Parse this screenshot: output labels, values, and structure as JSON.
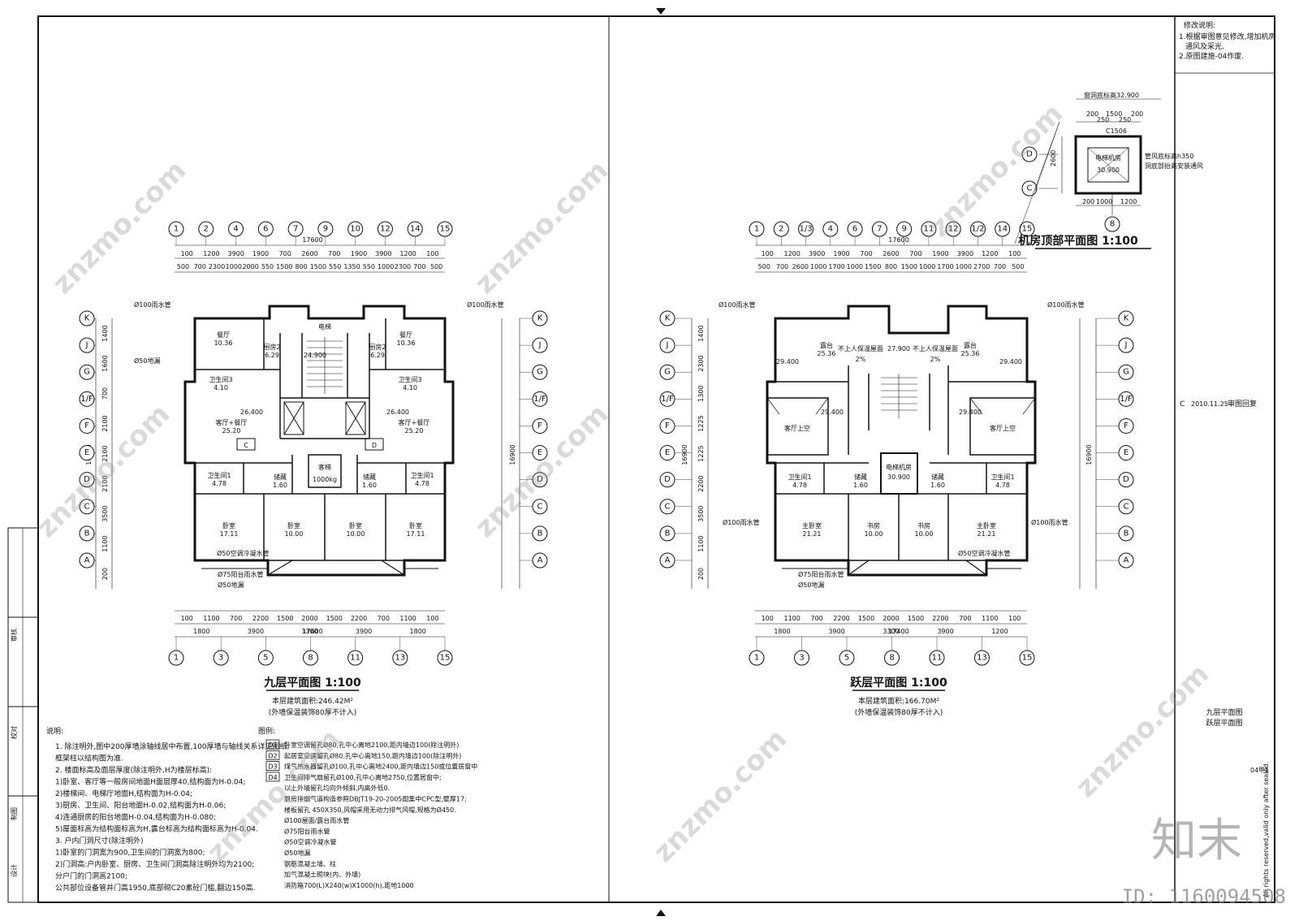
{
  "revision": {
    "heading": "修改说明:",
    "items": [
      "1.根据审图意见修改,增加机房",
      "通风及采光.",
      "2.原图建施-04作废."
    ],
    "entry_letter": "C",
    "entry_date": "2010.11.25",
    "entry_text": "审图回复"
  },
  "sheet": {
    "name_line1": "九层平面图",
    "name_line2": "跃层平面图",
    "number": "04甲1",
    "copyright": "All rights reserved,valid only after sealed."
  },
  "plan_left": {
    "title": "九层平面图 1:100",
    "area": "本层建筑面积:246.42M²",
    "area_note": "(外墙保温装饰80厚不计入)",
    "top_axes": [
      "1",
      "2",
      "4",
      "6",
      "7",
      "9",
      "10",
      "12",
      "14",
      "15"
    ],
    "bottom_axes": [
      "1",
      "3",
      "5",
      "8",
      "11",
      "13",
      "15"
    ],
    "left_axes": [
      "K",
      "J",
      "G",
      "1/F",
      "F",
      "E",
      "D",
      "C",
      "B",
      "A"
    ],
    "overall_top": "17600",
    "overall_bottom": "17600",
    "overall_side": "16900",
    "dims_top_row1": [
      "100",
      "1200",
      "3900",
      "1900",
      "700",
      "2600",
      "700",
      "1900",
      "3900",
      "1200",
      "100"
    ],
    "dims_top_row2": [
      "500",
      "700",
      "2300",
      "1000",
      "2000",
      "550",
      "1500",
      "800",
      "1500",
      "550",
      "1350",
      "550",
      "1000",
      "2300",
      "700",
      "500"
    ],
    "dims_bottom_row1": [
      "100",
      "1100",
      "700",
      "2200",
      "1500",
      "2000",
      "1500",
      "2200",
      "700",
      "1100",
      "100"
    ],
    "dims_bottom_row2": [
      "1800",
      "3900",
      "3300",
      "3900",
      "1800"
    ],
    "side_dims": [
      "1400",
      "1600",
      "700",
      "2100",
      "2100",
      "2100",
      "3500",
      "1100",
      "200"
    ],
    "rooms": [
      {
        "name": "餐厅",
        "area": "10.36"
      },
      {
        "name": "餐厅",
        "area": "10.36"
      },
      {
        "name": "厨房2",
        "area": "6.29"
      },
      {
        "name": "厨房2",
        "area": "6.29"
      },
      {
        "name": "卫生间3",
        "area": "4.10"
      },
      {
        "name": "卫生间3",
        "area": "4.10"
      },
      {
        "name": "客厅+餐厅",
        "area": "25.20"
      },
      {
        "name": "客厅+餐厅",
        "area": "25.20"
      },
      {
        "name": "卫生间1",
        "area": "4.78"
      },
      {
        "name": "卫生间1",
        "area": "4.78"
      },
      {
        "name": "卧室",
        "area": "17.11"
      },
      {
        "name": "卧室",
        "area": "10.00"
      },
      {
        "name": "卧室",
        "area": "10.00"
      },
      {
        "name": "卧室",
        "area": "17.11"
      },
      {
        "name": "储藏",
        "area": "1.60"
      },
      {
        "name": "储藏",
        "area": "1.60"
      },
      {
        "name": "客梯",
        "area": "1000kg"
      },
      {
        "name": "电梯",
        "area": "24.900"
      }
    ],
    "unit_tags": [
      "C",
      "D"
    ],
    "elevations": [
      "26.400",
      "26.400",
      "24.900"
    ],
    "pipes": [
      "Ø100雨水管",
      "Ø100雨水管",
      "Ø50地漏",
      "Ø50空调冷凝水管",
      "Ø75阳台雨水管",
      "Ø50地漏"
    ]
  },
  "plan_right": {
    "title": "跃层平面图 1:100",
    "area": "本层建筑面积:166.70M²",
    "area_note": "(外墙保温装饰80厚不计入)",
    "top_axes": [
      "1",
      "2",
      "1/3",
      "4",
      "6",
      "7",
      "9",
      "11",
      "12",
      "1/2",
      "14",
      "15"
    ],
    "bottom_axes": [
      "1",
      "3",
      "5",
      "8",
      "11",
      "13",
      "15"
    ],
    "left_axes": [
      "K",
      "J",
      "G",
      "1/F",
      "F",
      "E",
      "D",
      "C",
      "B",
      "A"
    ],
    "overall_top": "17600",
    "overall_bottom": "17400",
    "overall_side": "16900",
    "dims_top_row1": [
      "100",
      "1200",
      "3900",
      "1900",
      "700",
      "2600",
      "700",
      "1900",
      "3900",
      "1200",
      "100"
    ],
    "dims_top_row2": [
      "500",
      "700",
      "2600",
      "1000",
      "1700",
      "1000",
      "1500",
      "800",
      "1500",
      "1000",
      "1700",
      "1000",
      "2700",
      "700",
      "500"
    ],
    "dims_bottom_row1": [
      "100",
      "1100",
      "700",
      "2200",
      "1500",
      "2000",
      "1500",
      "2200",
      "700",
      "1100",
      "100"
    ],
    "dims_bottom_row2": [
      "1800",
      "3900",
      "3300",
      "3900",
      "1200"
    ],
    "side_dims": [
      "1400",
      "2300",
      "1300",
      "1225",
      "1225",
      "2200",
      "3500",
      "1100",
      "200"
    ],
    "rooms": [
      {
        "name": "露台",
        "area": "25.36"
      },
      {
        "name": "露台",
        "area": "25.36"
      },
      {
        "name": "不上人保温屋面",
        "area": "2%"
      },
      {
        "name": "不上人保温屋面",
        "area": "2%"
      },
      {
        "name": "客厅上空",
        "area": ""
      },
      {
        "name": "客厅上空",
        "area": ""
      },
      {
        "name": "卫生间1",
        "area": "4.78"
      },
      {
        "name": "卫生间1",
        "area": "4.78"
      },
      {
        "name": "主卧室",
        "area": "21.21"
      },
      {
        "name": "书房",
        "area": "10.00"
      },
      {
        "name": "书房",
        "area": "10.00"
      },
      {
        "name": "主卧室",
        "area": "21.21"
      },
      {
        "name": "储藏",
        "area": "1.60"
      },
      {
        "name": "储藏",
        "area": "1.60"
      },
      {
        "name": "电梯机房",
        "area": "30.900"
      }
    ],
    "elevations": [
      "29.400",
      "29.400",
      "29.400",
      "29.400",
      "27.900"
    ],
    "pipes": [
      "Ø100雨水管",
      "Ø100雨水管",
      "Ø100雨水管",
      "Ø100雨水管",
      "Ø50空调冷凝水管",
      "Ø75阳台雨水管",
      "Ø50地漏"
    ]
  },
  "roof_detail": {
    "title": "机房顶部平面图 1:100",
    "elevation": "窗洞底标高32.900",
    "room": "电梯机房",
    "room_elev": "30.900",
    "window": "C1506",
    "vent": "管风底标高h350",
    "vent_note": "洞底部抬高安装通风",
    "axes": [
      "D",
      "C",
      "8"
    ],
    "dims_top": [
      "200",
      "250",
      "1500",
      "250",
      "200"
    ],
    "dims_bottom": [
      "200",
      "1000",
      "1200"
    ],
    "dims_side": "2600"
  },
  "notes": {
    "heading": "说明:",
    "lines": [
      "1. 除注明外,图中200厚墙涂轴线居中布置,100厚墙与轴线关系详见图纸;",
      "   框架柱以结构图为准.",
      "2. 楼面标高及面层厚度(除注明外,H为楼层标高):",
      "  1)卧室、客厅等一般房间地面H面层厚40,结构面为H-0.04;",
      "  2)楼梯间、电梯厅地面H,结构面为H-0.04;",
      "  3)厨房、卫生间、阳台地面H-0.02,结构面为H-0.06;",
      "  4)连通厨房的阳台地面H-0.04,结构面为H-0.080;",
      "  5)屋面标高为结构面标高为H,露台标高为结构面标高为H-0.04.",
      "3. 户内门洞尺寸(除注明外)",
      "  1)卧室的门洞宽为900,卫生间的门洞宽为800;",
      "  2)门洞高:户内卧室、厨房、卫生间门洞高除注明外均为2100;",
      "  分户门的门洞高2100;",
      "  公共部位设备管井门高1950,底部砌C20素砼门槛,翻边150高."
    ]
  },
  "legend": {
    "heading": "图例:",
    "items": [
      {
        "tag": "D1",
        "text": "卧室空调留孔Ø80,孔中心离地2100,距内墙边100(除注明外)"
      },
      {
        "tag": "D2",
        "text": "起居室空调留孔Ø80,孔中心离地150,距内墙边100(除注明外)"
      },
      {
        "tag": "D3",
        "text": "煤气热水器留孔Ø100,孔中心离地2400,距内墙边150或位置居窗中"
      },
      {
        "tag": "D4",
        "text": "卫生间排气扇留孔Ø100,孔中心离地2750,位置居窗中;"
      },
      {
        "tag": "",
        "text": "以上外墙留孔均向外倾斜,内高外低0."
      },
      {
        "tag": "",
        "text": "厨房排烟气道构造参照DBJT19-20-2005图集中CPC型,壁厚17;"
      },
      {
        "tag": "",
        "text": "楼板留孔 450X350,风帽采用无动力排气风帽,规格为Ø450."
      },
      {
        "tag": "",
        "text": "Ø100屋面/露台雨水管"
      },
      {
        "tag": "",
        "text": "Ø75阳台雨水管"
      },
      {
        "tag": "",
        "text": "Ø50空调冷凝水管"
      },
      {
        "tag": "",
        "text": "Ø50地漏"
      },
      {
        "tag": "",
        "text": "钢筋混凝土墙、柱"
      },
      {
        "tag": "",
        "text": "加气混凝土砌块(内、外墙)"
      },
      {
        "tag": "",
        "text": "消防箱700(L)X240(w)X1000(h),距地1000"
      }
    ]
  },
  "title_block": {
    "labels": [
      "设计",
      "制图",
      "校对",
      "审核"
    ]
  },
  "brand": {
    "name": "知末",
    "id": "ID: 1160094508",
    "watermark": "znzmo.com"
  }
}
